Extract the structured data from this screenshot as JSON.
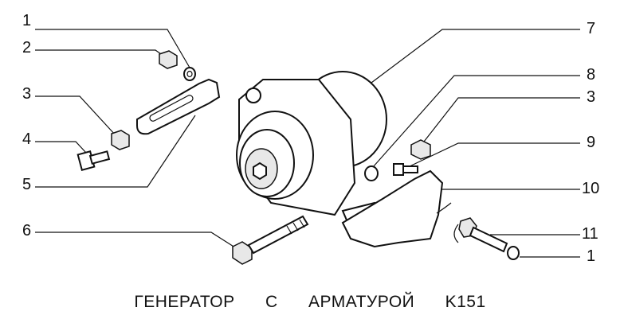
{
  "callouts_left": [
    "1",
    "2",
    "3",
    "4",
    "5",
    "6"
  ],
  "callouts_right": [
    "7",
    "8",
    "3",
    "9",
    "10",
    "11",
    "1"
  ],
  "caption": {
    "word1": "ГЕНЕРАТОР",
    "word2": "С",
    "word3": "АРМАТУРОЙ",
    "code": "K151"
  }
}
